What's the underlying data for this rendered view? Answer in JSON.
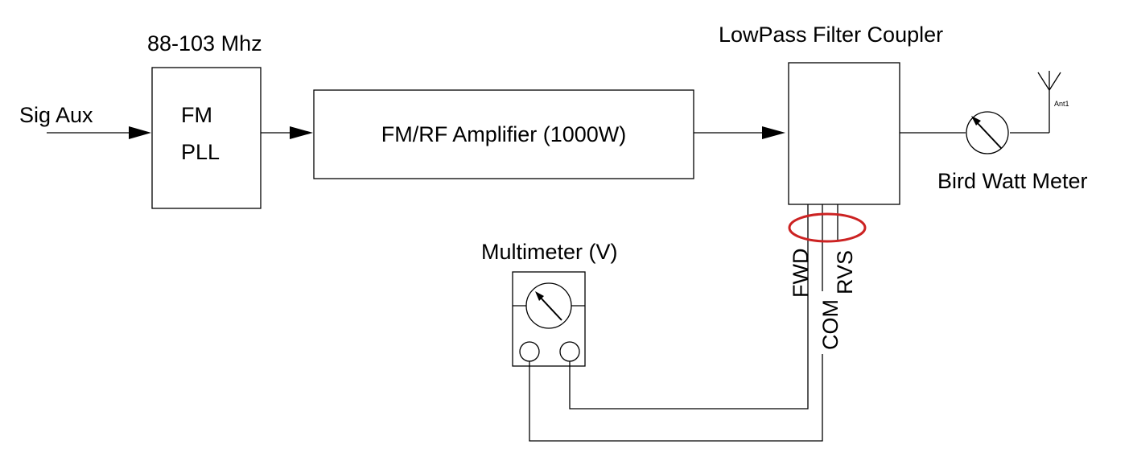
{
  "labels": {
    "sig_in": "Sig Aux",
    "freq": "88-103 Mhz",
    "pll_line1": "FM",
    "pll_line2": "PLL",
    "amp": "FM/RF Amplifier (1000W)",
    "coupler": "LowPass Filter Coupler",
    "watt_meter": "Bird Watt Meter",
    "antenna": "Ant1",
    "multimeter": "Multimeter (V)",
    "fwd": "FWD",
    "com": "COM",
    "rvs": "RVS"
  },
  "colors": {
    "line": "#000000",
    "highlight": "#cc2222",
    "background": "#ffffff"
  }
}
